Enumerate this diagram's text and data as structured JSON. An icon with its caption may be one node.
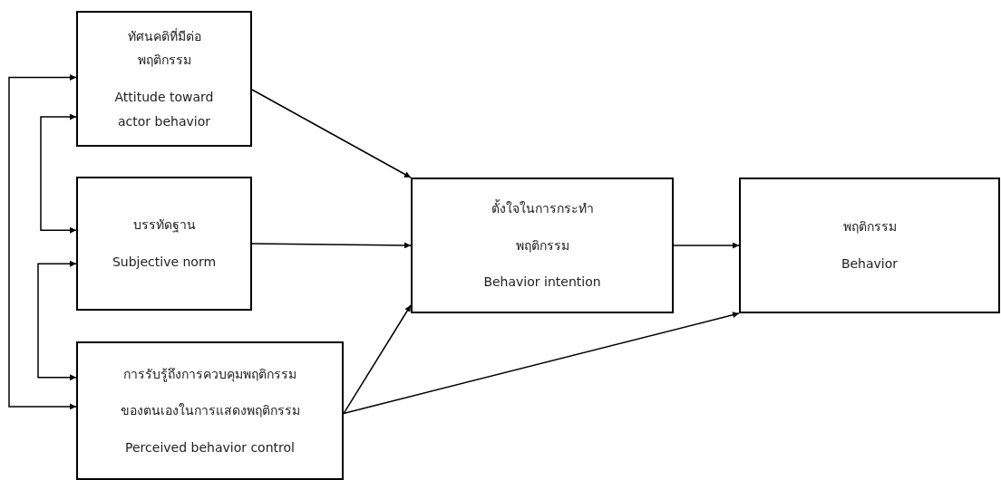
{
  "diagram": {
    "nodes": [
      {
        "text": [
          "ทัศนคติที่มีต่อพฤติกรรม",
          "Attitude toward actor behavior"
        ]
      },
      {
        "text": [
          "บรรทัดฐาน",
          "Subjective norm"
        ]
      },
      {
        "text": [
          "การรับรู้ถึงการควบคุมพฤติกรรม",
          "ของตนเองในการแสดงพฤติกรรม",
          "Perceived behavior control"
        ]
      },
      {
        "text": [
          "ตั้งใจในการกระทำ",
          "พฤติกรรม",
          "Behavior intention"
        ]
      },
      {
        "text": [
          "พฤติกรรม",
          "Behavior"
        ]
      }
    ],
    "edges": [
      {
        "from": 0,
        "to": 3,
        "arrow": "to"
      },
      {
        "from": 1,
        "to": 3,
        "arrow": "to"
      },
      {
        "from": 2,
        "to": 3,
        "arrow": "to"
      },
      {
        "from": 2,
        "to": 4,
        "arrow": "to"
      },
      {
        "from": 3,
        "to": 4,
        "arrow": "to"
      },
      {
        "from": 0,
        "to": 2,
        "arrow": "both"
      },
      {
        "from": 0,
        "to": 1,
        "arrow": "both"
      },
      {
        "from": 1,
        "to": 2,
        "arrow": "both"
      }
    ]
  }
}
